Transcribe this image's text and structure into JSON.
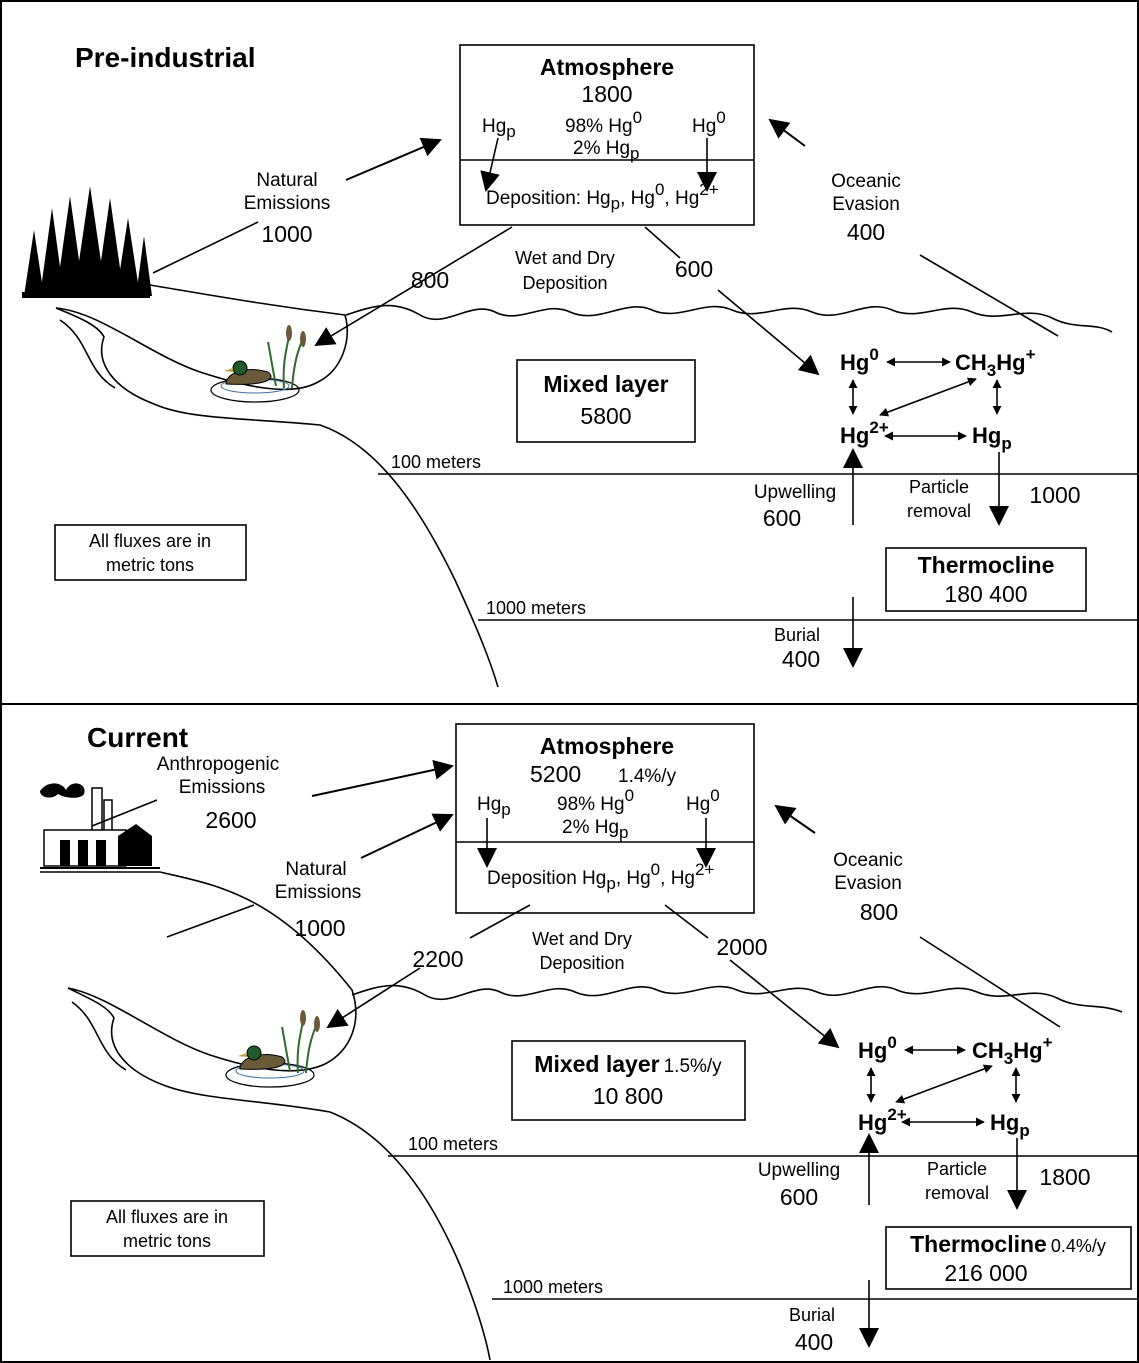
{
  "colors": {
    "ink": "#000000",
    "background": "#ffffff",
    "duck_green": "#2f6b2a",
    "duck_head": "#1f5a2a"
  },
  "icons": [
    "forest-icon",
    "wetland-duck-icon",
    "factory-icon"
  ],
  "panels": [
    {
      "title": "Pre-industrial",
      "atmosphere": {
        "title": "Atmosphere",
        "amount": "1800",
        "rate": "",
        "hgp_left": "Hg",
        "hgp_left_sub": "p",
        "composition_line1": "98% Hg",
        "composition_line1_sup": "0",
        "composition_line2": "2% Hg",
        "composition_line2_sub": "p",
        "hg0_right": "Hg",
        "hg0_right_sup": "0",
        "deposition_label": "Deposition: Hg",
        "deposition_sub": "p",
        "deposition_mid": ", Hg",
        "deposition_sup0": "0",
        "deposition_mid2": ", Hg",
        "deposition_sup2": "2+"
      },
      "emissions": {
        "anthropogenic_label1": "",
        "anthropogenic_label2": "",
        "anthropogenic_value": "",
        "natural_label1": "Natural",
        "natural_label2": "Emissions",
        "natural_value": "1000"
      },
      "evasion": {
        "label1": "Oceanic",
        "label2": "Evasion",
        "value": "400"
      },
      "deposition": {
        "label1": "Wet and Dry",
        "label2": "Deposition",
        "land_value": "800",
        "ocean_value": "600"
      },
      "mixed_layer": {
        "title": "Mixed layer",
        "rate": "",
        "amount": "5800"
      },
      "species": {
        "hg0": "Hg",
        "hg0_sup": "0",
        "ch3hg_a": "CH",
        "ch3hg_sub": "3",
        "ch3hg_b": "Hg",
        "ch3hg_sup": "+",
        "hg2": "Hg",
        "hg2_sup": "2+",
        "hgp": "Hg",
        "hgp_sub": "p"
      },
      "depth_100": "100 meters",
      "depth_1000": "1000 meters",
      "upwelling": {
        "label": "Upwelling",
        "value": "600"
      },
      "particle_removal": {
        "label1": "Particle",
        "label2": "removal",
        "value": "1000"
      },
      "thermocline": {
        "title": "Thermocline",
        "rate": "",
        "amount": "180 400"
      },
      "burial": {
        "label": "Burial",
        "value": "400"
      },
      "note_line1": "All fluxes are in",
      "note_line2": "metric tons"
    },
    {
      "title": "Current",
      "atmosphere": {
        "title": "Atmosphere",
        "amount": "5200",
        "rate": "1.4%/y",
        "hgp_left": "Hg",
        "hgp_left_sub": "p",
        "composition_line1": "98% Hg",
        "composition_line1_sup": "0",
        "composition_line2": "2% Hg",
        "composition_line2_sub": "p",
        "hg0_right": "Hg",
        "hg0_right_sup": "0",
        "deposition_label": "Deposition Hg",
        "deposition_sub": "p",
        "deposition_mid": ", Hg",
        "deposition_sup0": "0",
        "deposition_mid2": ", Hg",
        "deposition_sup2": "2+"
      },
      "emissions": {
        "anthropogenic_label1": "Anthropogenic",
        "anthropogenic_label2": "Emissions",
        "anthropogenic_value": "2600",
        "natural_label1": "Natural",
        "natural_label2": "Emissions",
        "natural_value": "1000"
      },
      "evasion": {
        "label1": "Oceanic",
        "label2": "Evasion",
        "value": "800"
      },
      "deposition": {
        "label1": "Wet and Dry",
        "label2": "Deposition",
        "land_value": "2200",
        "ocean_value": "2000"
      },
      "mixed_layer": {
        "title": "Mixed layer",
        "rate": "1.5%/y",
        "amount": "10 800"
      },
      "species": {
        "hg0": "Hg",
        "hg0_sup": "0",
        "ch3hg_a": "CH",
        "ch3hg_sub": "3",
        "ch3hg_b": "Hg",
        "ch3hg_sup": "+",
        "hg2": "Hg",
        "hg2_sup": "2+",
        "hgp": "Hg",
        "hgp_sub": "p"
      },
      "depth_100": "100 meters",
      "depth_1000": "1000 meters",
      "upwelling": {
        "label": "Upwelling",
        "value": "600"
      },
      "particle_removal": {
        "label1": "Particle",
        "label2": "removal",
        "value": "1800"
      },
      "thermocline": {
        "title": "Thermocline",
        "rate": "0.4%/y",
        "amount": "216 000"
      },
      "burial": {
        "label": "Burial",
        "value": "400"
      },
      "note_line1": "All fluxes are in",
      "note_line2": "metric tons"
    }
  ]
}
